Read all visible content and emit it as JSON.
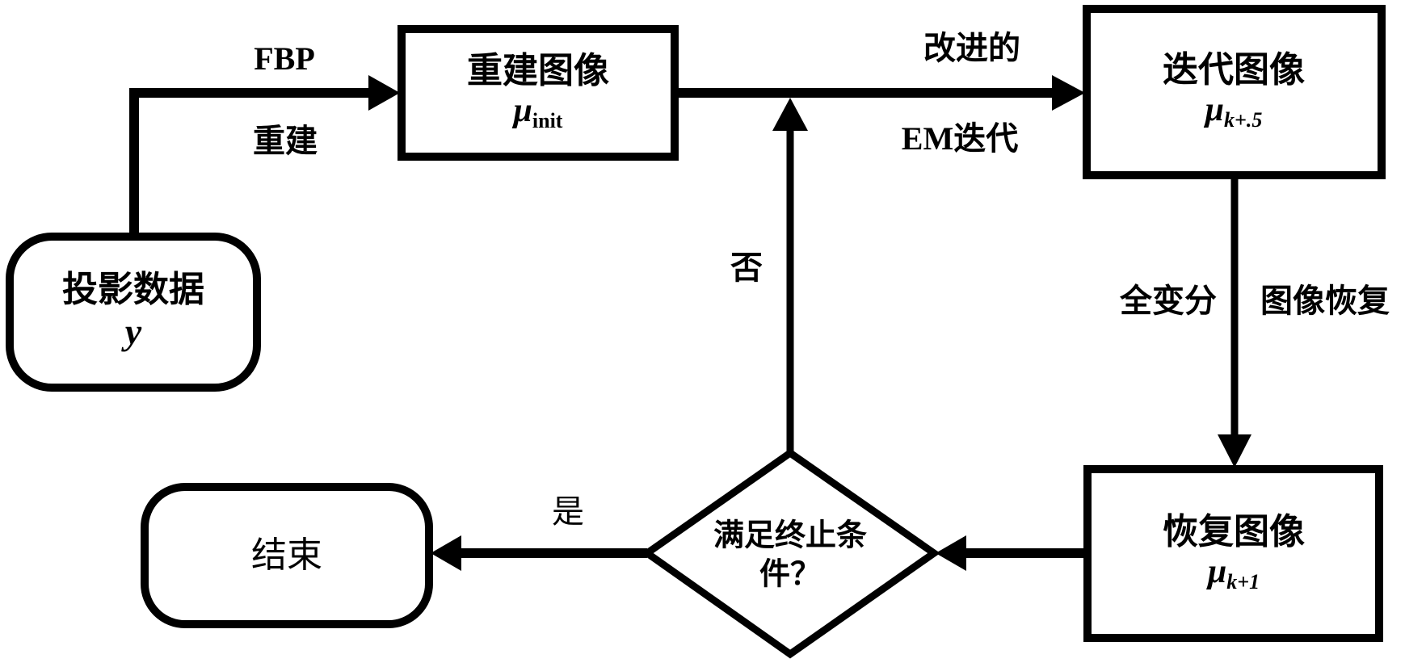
{
  "nodes": {
    "input": {
      "title": "投影数据",
      "symbol": "y"
    },
    "reconstructed": {
      "title": "重建图像",
      "symbol": "μ",
      "subscript": "init"
    },
    "iterated": {
      "title": "迭代图像",
      "symbol": "μ",
      "subscript": "k+.5"
    },
    "restored": {
      "title": "恢复图像",
      "symbol": "μ",
      "subscript": "k+1"
    },
    "decision": {
      "text": "满足终止条件？"
    },
    "end": {
      "title": "结束"
    }
  },
  "edges": {
    "fbp": {
      "top": "FBP",
      "bottom": "重建"
    },
    "em": {
      "top": "改进的",
      "bottom": "EM迭代"
    },
    "tv": {
      "left": "全变分",
      "right": "图像恢复"
    },
    "no": {
      "label": "否"
    },
    "yes": {
      "label": "是"
    }
  },
  "colors": {
    "stroke": "#000000",
    "background": "#ffffff"
  }
}
